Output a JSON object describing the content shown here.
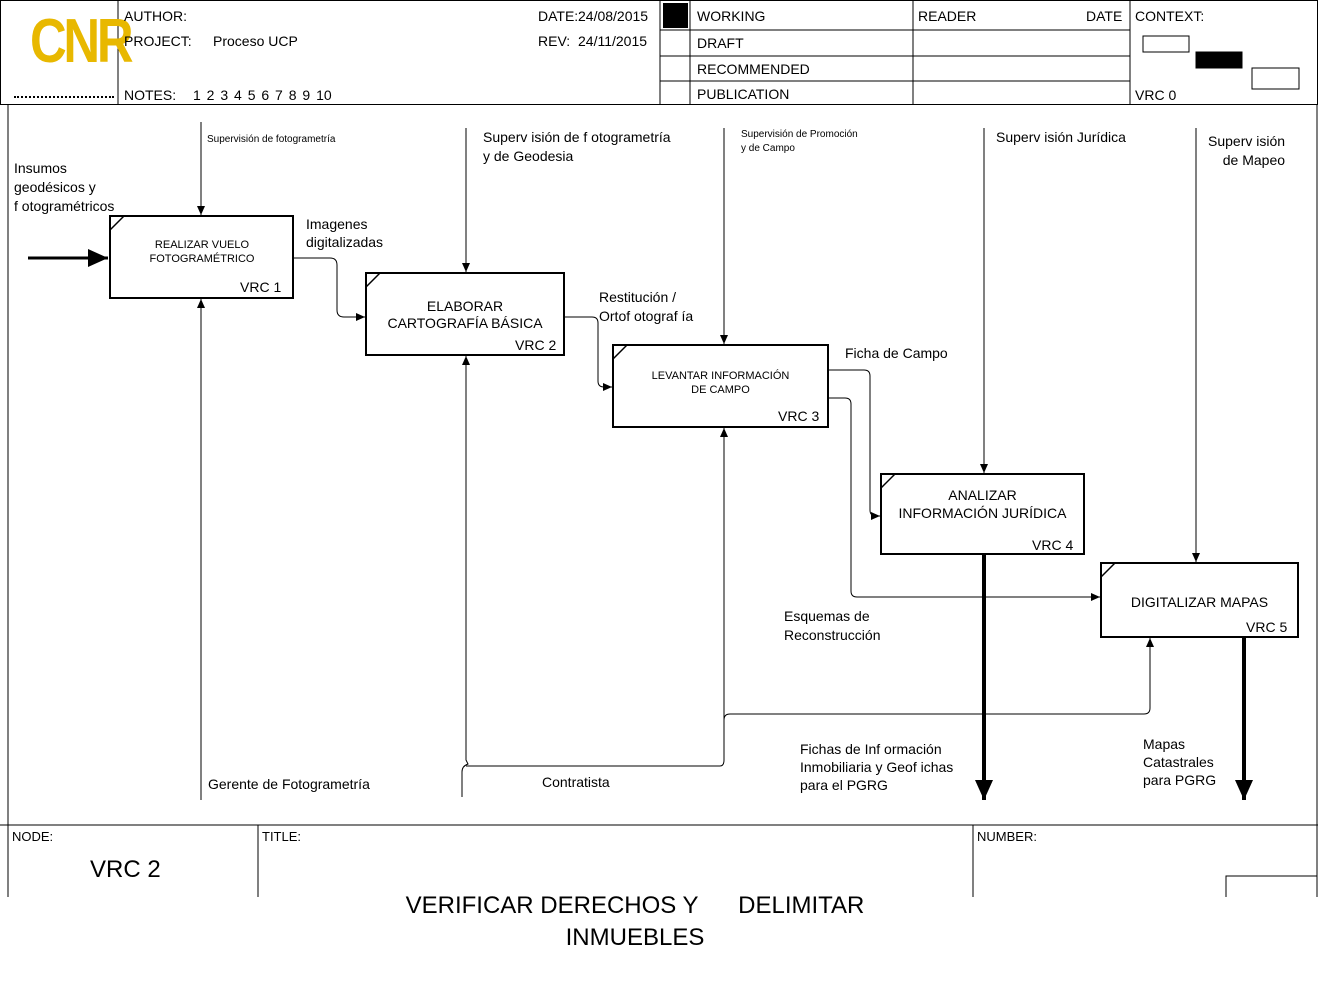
{
  "header": {
    "logo_text": "CNR",
    "author_label": "AUTHOR:",
    "project_label": "PROJECT:",
    "project_value": "Proceso UCP",
    "notes_label": "NOTES:",
    "notes_value": "1 2 3 4 5 6 7 8 9 10",
    "date_label": "DATE:",
    "date_value": "24/08/2015",
    "rev_label": "REV:",
    "rev_value": "24/11/2015",
    "status": [
      "WORKING",
      "DRAFT",
      "RECOMMENDED",
      "PUBLICATION"
    ],
    "status_selected": "WORKING",
    "reader_label": "READER",
    "reader_date_label": "DATE",
    "context_label": "CONTEXT:",
    "context_node": "VRC 0"
  },
  "boxes": [
    {
      "id": "vrc1",
      "lines": [
        "REALIZAR VUELO",
        "FOTOGRAMÉTRICO"
      ],
      "node": "VRC 1"
    },
    {
      "id": "vrc2",
      "lines": [
        "ELABORAR",
        "CARTOGRAFÍA BÁSICA"
      ],
      "node": "VRC 2"
    },
    {
      "id": "vrc3",
      "lines": [
        "LEVANTAR INFORMACIÓN",
        "DE CAMPO"
      ],
      "node": "VRC 3"
    },
    {
      "id": "vrc4",
      "lines": [
        "ANALIZAR",
        "INFORMACIÓN JURÍDICA"
      ],
      "node": "VRC 4"
    },
    {
      "id": "vrc5",
      "lines": [
        "DIGITALIZAR MAPAS"
      ],
      "node": "VRC 5"
    }
  ],
  "labels": {
    "control1": "Supervisión de fotogrametría",
    "control2_l1": "Superv isión de f otogrametría",
    "control2_l2": "y de Geodesia",
    "control3_l1": "Supervisión de Promoción",
    "control3_l2": "y de Campo",
    "control4": "Superv isión Jurídica",
    "control5_l1": "Superv isión",
    "control5_l2": "de Mapeo",
    "input_l1": "Insumos",
    "input_l2": "geodésicos y",
    "input_l3": "f otogramétricos",
    "imagenes_l1": "Imagenes",
    "imagenes_l2": "digitalizadas",
    "restitucion_l1": "Restitución /",
    "restitucion_l2": "Ortof otograf ía",
    "ficha": "Ficha de Campo",
    "esquemas_l1": "Esquemas de",
    "esquemas_l2": "Reconstrucción",
    "gerente": "Gerente de Fotogrametría",
    "contratista": "Contratista",
    "fichas_l1": "Fichas de Inf ormación",
    "fichas_l2": "Inmobiliaria y Geof ichas",
    "fichas_l3": "para el PGRG",
    "mapas_l1": "Mapas",
    "mapas_l2": "Catastrales",
    "mapas_l3": "para PGRG"
  },
  "footer": {
    "node_label": "NODE:",
    "node_value": "VRC 2",
    "title_label": "TITLE:",
    "title_line1": "VERIFICAR DERECHOS Y      DELIMITAR",
    "title_line2": "INMUEBLES",
    "number_label": "NUMBER:"
  },
  "colors": {
    "logo": "#e8b800",
    "ink": "#000000"
  }
}
